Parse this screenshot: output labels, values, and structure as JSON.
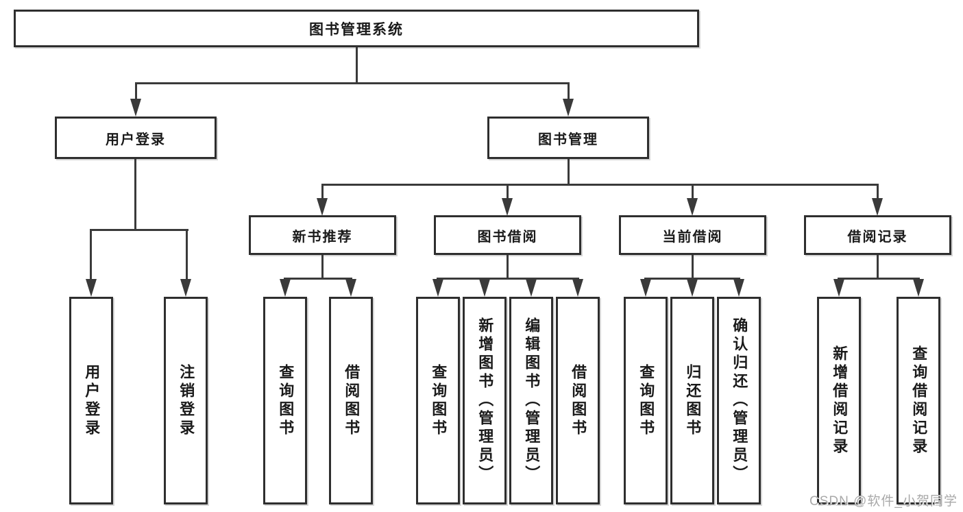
{
  "tree": {
    "label": "图书管理系统",
    "children": [
      {
        "label": "用户登录",
        "children": [
          {
            "label": "用户登录"
          },
          {
            "label": "注销登录"
          }
        ]
      },
      {
        "label": "图书管理",
        "children": [
          {
            "label": "新书推荐",
            "children": [
              {
                "label": "查询图书"
              },
              {
                "label": "借阅图书"
              }
            ]
          },
          {
            "label": "图书借阅",
            "children": [
              {
                "label": "查询图书"
              },
              {
                "label": "新增图书（管理员）"
              },
              {
                "label": "编辑图书（管理员）"
              },
              {
                "label": "借阅图书"
              }
            ]
          },
          {
            "label": "当前借阅",
            "children": [
              {
                "label": "查询图书"
              },
              {
                "label": "归还图书"
              },
              {
                "label": "确认归还（管理员）"
              }
            ]
          },
          {
            "label": "借阅记录",
            "children": [
              {
                "label": "新增借阅记录"
              },
              {
                "label": "查询借阅记录"
              }
            ]
          }
        ]
      }
    ]
  },
  "watermark": {
    "text": "CSDN @软件_小贺同学"
  },
  "colors": {
    "line": "#3a3a3a",
    "box_border": "#2e2e2e",
    "box_fill": "#ffffff",
    "text": "#1a1a1a",
    "watermark": "#a9a9a9"
  }
}
